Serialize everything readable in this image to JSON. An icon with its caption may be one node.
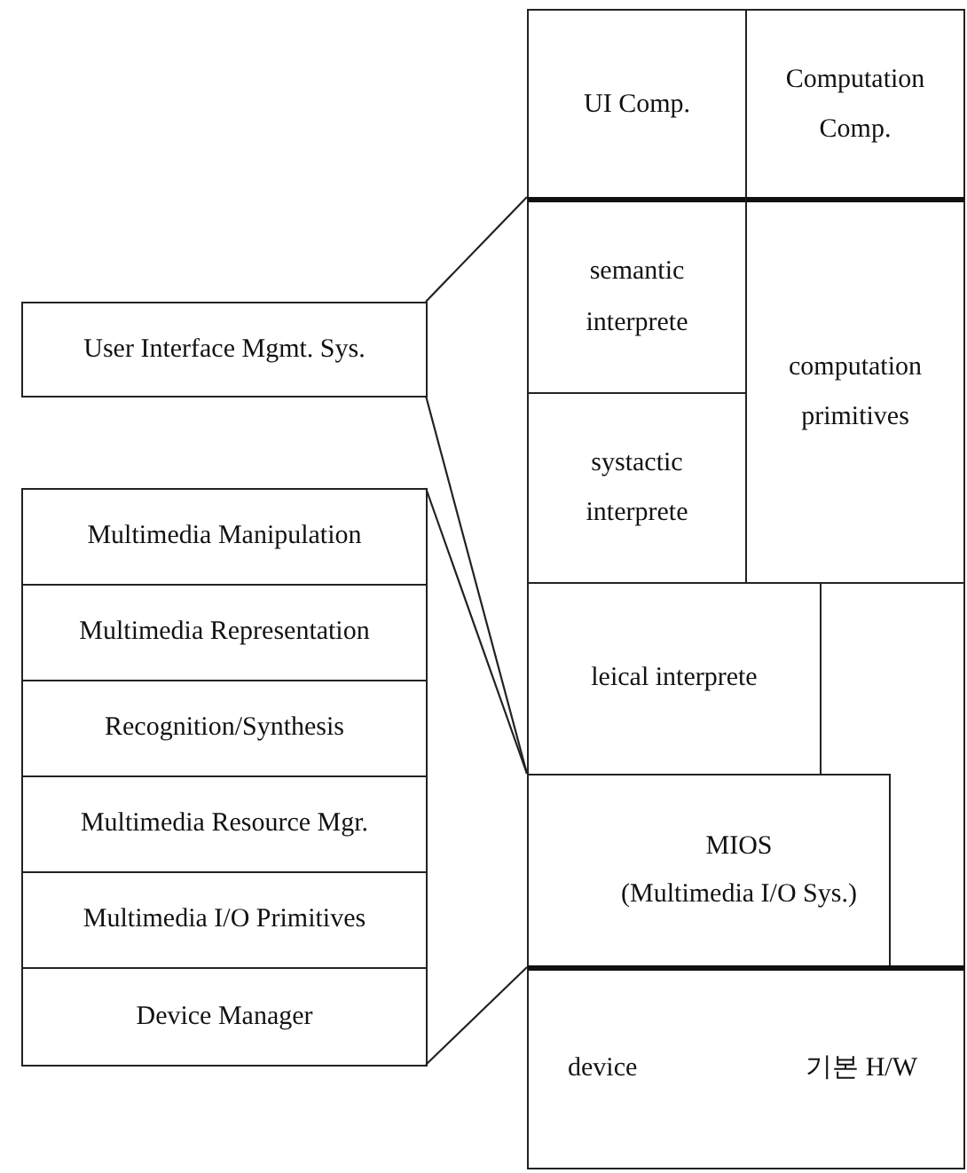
{
  "diagram": {
    "nodes": [
      {
        "text": [
          "User Interface Mgmt. Sys."
        ]
      },
      {
        "text": [],
        "shape": "box"
      },
      {
        "text": [
          "Multimedia Manipulation"
        ],
        "in": 1
      },
      {
        "text": [
          "Multimedia Representation"
        ],
        "in": 1
      },
      {
        "text": [
          "Recognition/Synthesis"
        ],
        "in": 1
      },
      {
        "text": [
          "Multimedia Resource Mgr."
        ],
        "in": 1
      },
      {
        "text": [
          "Multimedia I/O Primitives"
        ],
        "in": 1
      },
      {
        "text": [
          "Device Manager"
        ],
        "in": 1
      },
      {
        "text": [],
        "shape": "box"
      },
      {
        "text": [
          "UI Comp."
        ],
        "in": 8
      },
      {
        "text": [
          "Computation Comp."
        ],
        "in": 8
      },
      {
        "text": [
          "semantic interprete"
        ],
        "in": 8
      },
      {
        "text": [
          "systactic interprete"
        ],
        "in": 8
      },
      {
        "text": [
          "computation primitives"
        ],
        "in": 8
      },
      {
        "text": [
          "leical interprete"
        ],
        "in": 8
      },
      {
        "text": [
          "MIOS",
          "(Multimedia I/O Sys.)"
        ],
        "in": 8
      },
      {
        "text": [
          "device",
          "기본 H/W"
        ],
        "in": 8
      }
    ],
    "edges": [
      {
        "from": 0,
        "to": 11,
        "arrow": "none"
      },
      {
        "from": 0,
        "to": 14,
        "arrow": "none"
      },
      {
        "from": 1,
        "to": 15,
        "arrow": "none"
      },
      {
        "from": 1,
        "to": 15,
        "arrow": "none"
      }
    ]
  }
}
